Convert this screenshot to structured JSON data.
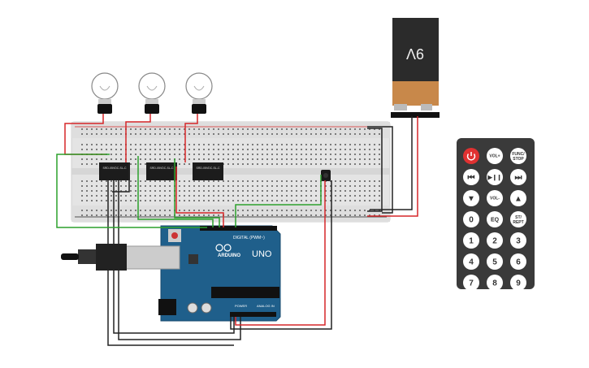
{
  "battery": {
    "label": "9V",
    "color_body": "#2b2b2b",
    "color_band": "#c8884a"
  },
  "relays": [
    {
      "label": "SRD-05VDC-SL-C"
    },
    {
      "label": "SRD-05VDC-SL-C"
    },
    {
      "label": "SRD-05VDC-SL-C"
    }
  ],
  "arduino": {
    "brand": "ARDUINO",
    "model": "UNO",
    "digital_label": "DIGITAL (PWM~)",
    "power_label": "POWER",
    "analog_label": "ANALOG IN",
    "color": "#1f5f8b"
  },
  "remote": {
    "keys": [
      [
        "power",
        "VOL+",
        "FUNC/ STOP"
      ],
      [
        "⏮",
        "▶❙❙",
        "⏭"
      ],
      [
        "▼",
        "VOL-",
        "▲"
      ],
      [
        "0",
        "EQ",
        "ST/ REPT"
      ],
      [
        "1",
        "2",
        "3"
      ],
      [
        "4",
        "5",
        "6"
      ],
      [
        "7",
        "8",
        "9"
      ]
    ]
  },
  "colors": {
    "wire_red": "#d62728",
    "wire_black": "#222222",
    "wire_green": "#2ca02c",
    "breadboard": "#e6e6e6"
  }
}
